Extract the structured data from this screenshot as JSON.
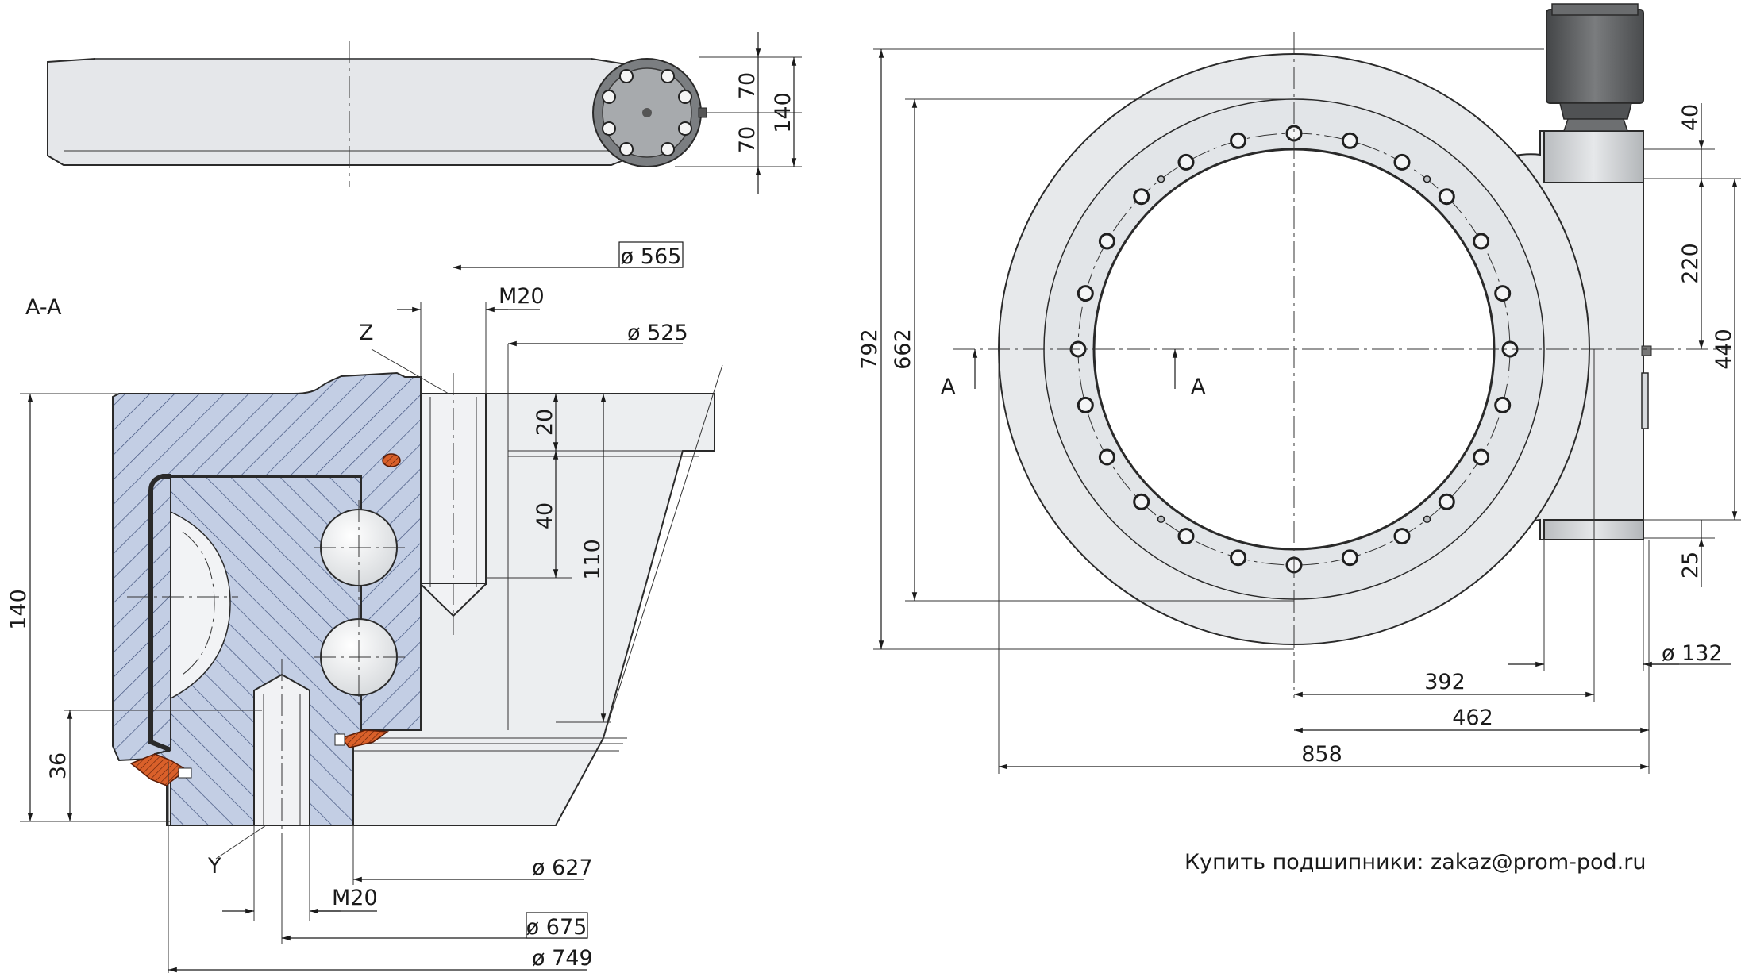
{
  "side_view": {
    "dim_70_top": "70",
    "dim_70_bottom": "70",
    "dim_140": "140"
  },
  "section_view": {
    "title": "A-A",
    "dim_d565": "ø 565",
    "dim_m20_top": "M20",
    "label_z": "Z",
    "dim_d525": "ø 525",
    "dim_20": "20",
    "dim_40": "40",
    "dim_110": "110",
    "dim_140": "140",
    "dim_36": "36",
    "label_y": "Y",
    "dim_m20_bottom": "M20",
    "dim_d627": "ø 627",
    "dim_d675": "ø 675",
    "dim_d749": "ø 749"
  },
  "top_view": {
    "dim_792": "792",
    "dim_662": "662",
    "label_a_left": "A",
    "label_a_right": "A",
    "dim_40": "40",
    "dim_220": "220",
    "dim_440": "440",
    "dim_25": "25",
    "dim_d132": "ø 132",
    "dim_392": "392",
    "dim_462": "462",
    "dim_858": "858"
  },
  "contact_text": "Купить подшипники: zakaz@prom-pod.ru",
  "colors": {
    "housing_fill": "#e7e9eb",
    "section_fill": "#c5d0e6",
    "seal_color": "#d9602a",
    "motor_color": "#5d5f61"
  }
}
